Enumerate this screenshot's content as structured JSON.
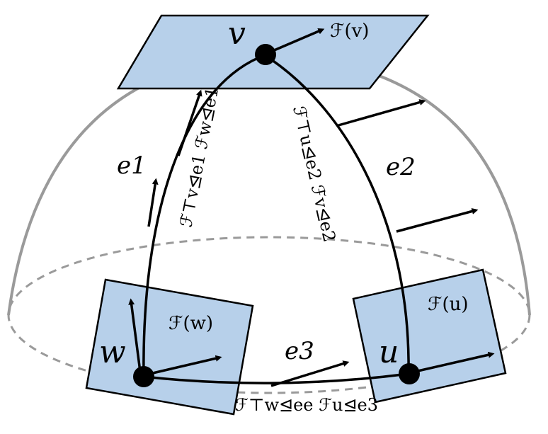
{
  "colors": {
    "plane_fill": "#b7d0ea",
    "stroke": "#000000",
    "sphere": "#9a9a9a"
  },
  "nodes": {
    "v": "v",
    "w": "w",
    "u": "u"
  },
  "stalks": {
    "v": "ℱ(v)",
    "w": "ℱ(w)",
    "u": "ℱ(u)"
  },
  "edges": {
    "e1": "e1",
    "e2": "e2",
    "e3": "e3"
  },
  "maps": {
    "e1": "ℱ⊤v⊴e1 ℱw⊴e1",
    "e2": "ℱ⊤u⊴e2 ℱv⊴e2",
    "e3": "ℱ⊤w⊴ee ℱu⊴e3"
  }
}
